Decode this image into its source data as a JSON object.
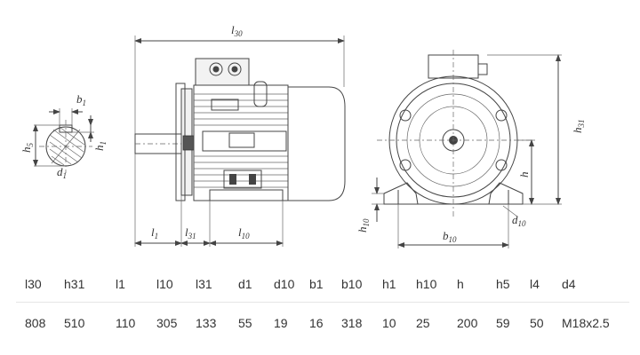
{
  "drawing": {
    "dimension_labels": {
      "l30": {
        "main": "l",
        "sub": "30"
      },
      "h31": {
        "main": "h",
        "sub": "31"
      },
      "l1": {
        "main": "l",
        "sub": "1"
      },
      "l31": {
        "main": "l",
        "sub": "31"
      },
      "l10": {
        "main": "l",
        "sub": "10"
      },
      "b1": {
        "main": "b",
        "sub": "1"
      },
      "h5": {
        "main": "h",
        "sub": "5"
      },
      "h1": {
        "main": "h",
        "sub": "1"
      },
      "d1": {
        "main": "d",
        "sub": "1"
      },
      "h": {
        "main": "h",
        "sub": ""
      },
      "h10": {
        "main": "h",
        "sub": "10"
      },
      "d10": {
        "main": "d",
        "sub": "10"
      },
      "b10": {
        "main": "b",
        "sub": "10"
      }
    }
  },
  "table": {
    "headers": [
      "l30",
      "h31",
      "l1",
      "l10",
      "l31",
      "d1",
      "d10",
      "b1",
      "b10",
      "h1",
      "h10",
      "h",
      "h5",
      "l4",
      "d4"
    ],
    "values": [
      "808",
      "510",
      "110",
      "305",
      "133",
      "55",
      "19",
      "16",
      "318",
      "10",
      "25",
      "200",
      "59",
      "50",
      "M18x2.5"
    ]
  }
}
